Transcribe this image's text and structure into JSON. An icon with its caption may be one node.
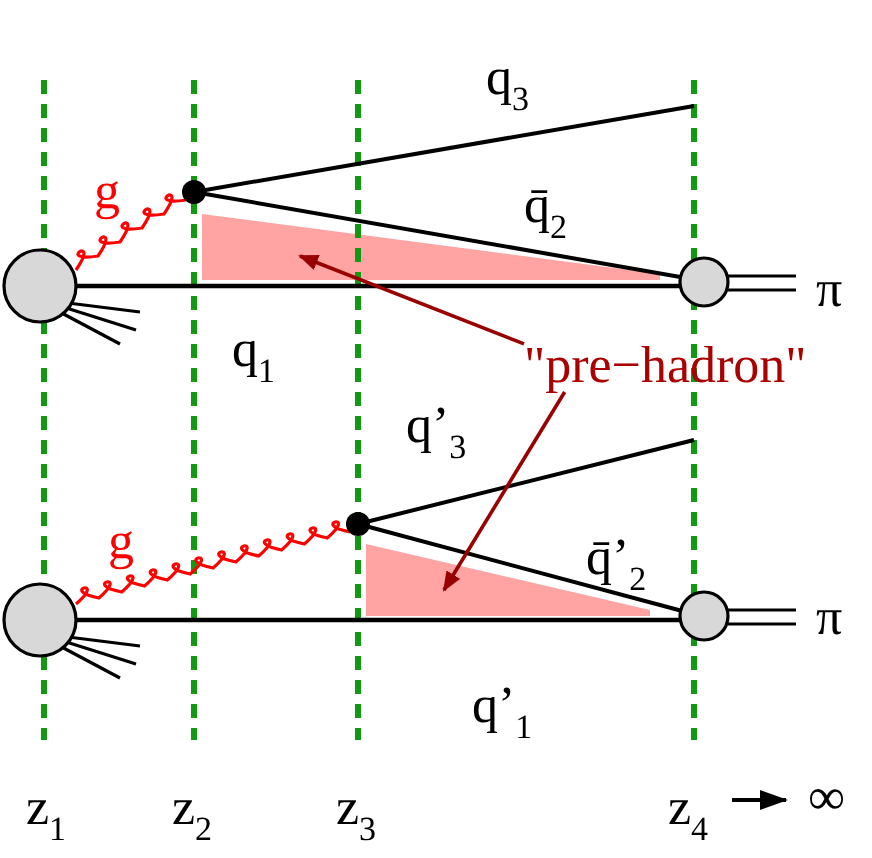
{
  "diagram": {
    "nodes": [
      {
        "text": [
          "\"pre−hadron\""
        ]
      },
      {
        "text": [],
        "shape": "triangle"
      },
      {
        "text": [],
        "shape": "triangle"
      }
    ],
    "edges": [
      {
        "from": 0,
        "to": 1,
        "arrow": "to"
      },
      {
        "from": 0,
        "to": 2,
        "arrow": "to"
      }
    ],
    "labels": [
      "q$_{3}$",
      "g",
      "q̄$_{2}$",
      "π",
      "q$_{1}$",
      "q’$_{3}$",
      "g",
      "q̄’$_{2}$",
      "π",
      "q’$_{1}$",
      "z$_{1}$",
      "z$_{2}$",
      "z$_{3}$",
      "z$_{4}$",
      "∞"
    ]
  }
}
